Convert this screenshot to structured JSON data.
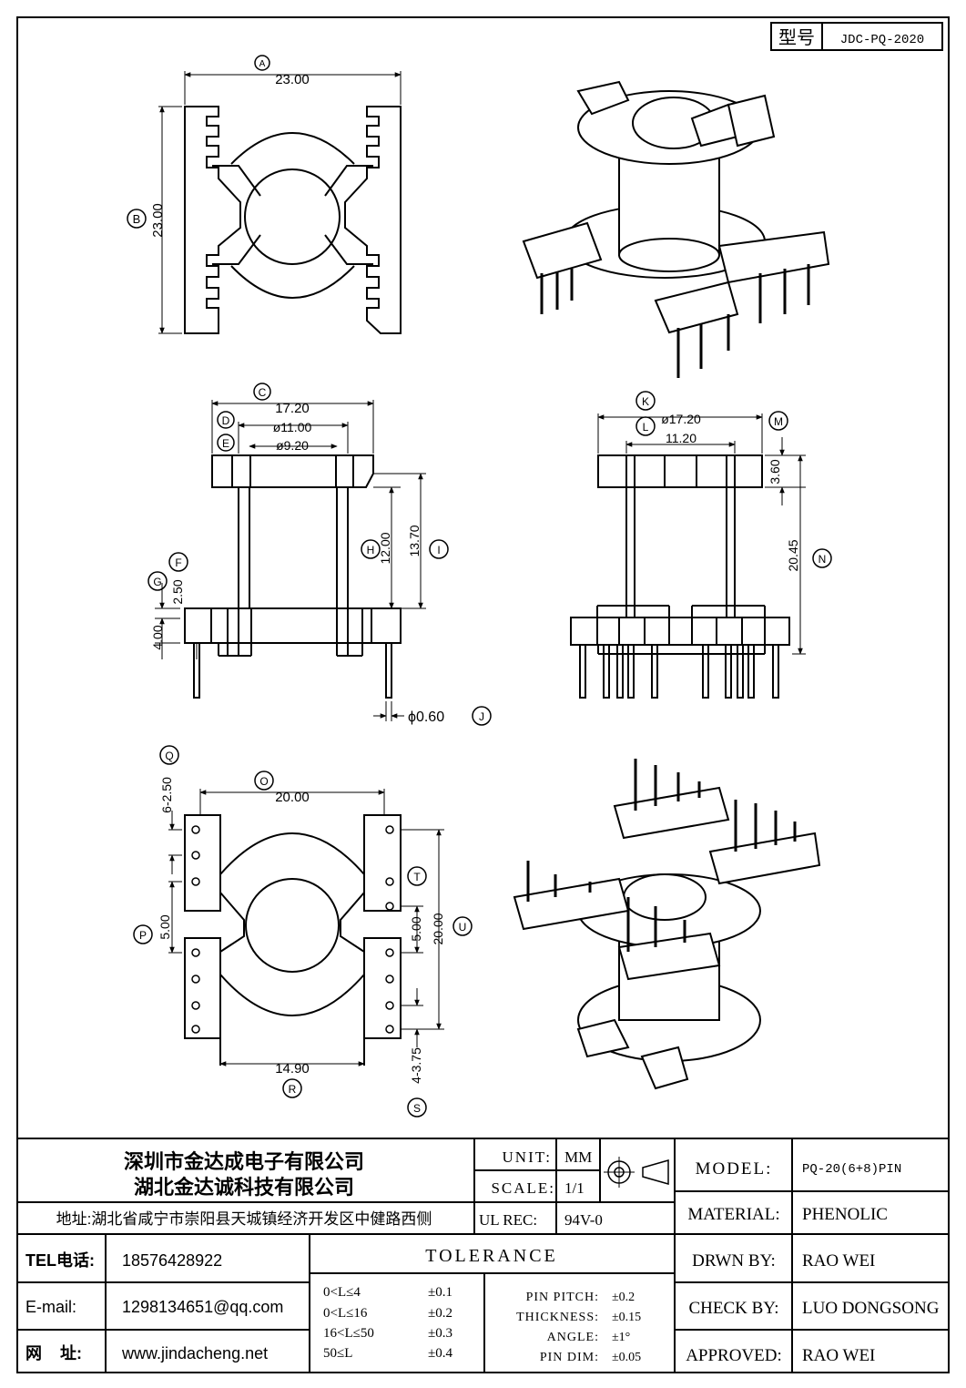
{
  "model_box": {
    "label": "型号",
    "value": "JDC-PQ-2020"
  },
  "dims": {
    "A": {
      "letter": "A",
      "value": "23.00"
    },
    "B": {
      "letter": "B",
      "value": "23.00"
    },
    "C": {
      "letter": "C",
      "value": "17.20"
    },
    "D": {
      "letter": "D",
      "value": "ø11.00"
    },
    "E": {
      "letter": "E",
      "value": "ø9.20"
    },
    "F": {
      "letter": "F",
      "value": "2.50"
    },
    "G": {
      "letter": "G",
      "value": "4.00"
    },
    "H": {
      "letter": "H",
      "value": "12.00"
    },
    "I": {
      "letter": "I",
      "value": "13.70"
    },
    "J": {
      "letter": "J",
      "value": "ϕ0.60"
    },
    "K": {
      "letter": "K",
      "value": "ø17.20"
    },
    "L": {
      "letter": "L",
      "value": "11.20"
    },
    "M": {
      "letter": "M",
      "value": "3.60"
    },
    "N": {
      "letter": "N",
      "value": "20.45"
    },
    "O": {
      "letter": "O",
      "value": "20.00"
    },
    "P": {
      "letter": "P",
      "value": "5.00"
    },
    "Q": {
      "letter": "Q",
      "value": "6-2.50"
    },
    "R": {
      "letter": "R",
      "value": "14.90"
    },
    "S": {
      "letter": "S",
      "value": "4-3.75"
    },
    "T": {
      "letter": "T",
      "value": "5.00"
    },
    "U": {
      "letter": "U",
      "value": "20.00"
    }
  },
  "title_block": {
    "company_1": "深圳市金达成电子有限公司",
    "company_2": "湖北金达诚科技有限公司",
    "address": "地址:湖北省咸宁市崇阳县天城镇经济开发区中健路西侧",
    "tel_label": "TEL电话:",
    "tel_value": "18576428922",
    "email_label": "E-mail:",
    "email_value": "1298134651@qq.com",
    "web_label": "网    址:",
    "web_value": "www.jindacheng.net",
    "unit_label": "UNIT:",
    "unit_value": "MM",
    "scale_label": "SCALE:",
    "scale_value": "1/1",
    "ulrec_label": "UL REC:",
    "ulrec_value": "94V-0",
    "tolerance_title": "TOLERANCE",
    "tol_rows": [
      {
        "range": "0<L≤4",
        "val": "±0.1"
      },
      {
        "range": "0<L≤16",
        "val": "±0.2"
      },
      {
        "range": "16<L≤50",
        "val": "±0.3"
      },
      {
        "range": "50≤L",
        "val": "±0.4"
      }
    ],
    "pin_rows": [
      {
        "label": "PIN PITCH:",
        "val": "±0.2"
      },
      {
        "label": "THICKNESS:",
        "val": "±0.15"
      },
      {
        "label": "ANGLE:",
        "val": "±1°"
      },
      {
        "label": "PIN DIM:",
        "val": "±0.05"
      }
    ],
    "model_label": "MODEL:",
    "model_value": "PQ-20(6+8)PIN",
    "material_label": "MATERIAL:",
    "material_value": "PHENOLIC",
    "drwn_label": "DRWN BY:",
    "drwn_value": "RAO WEI",
    "check_label": "CHECK BY:",
    "check_value": "LUO DONGSONG",
    "approved_label": "APPROVED:",
    "approved_value": "RAO WEI"
  }
}
